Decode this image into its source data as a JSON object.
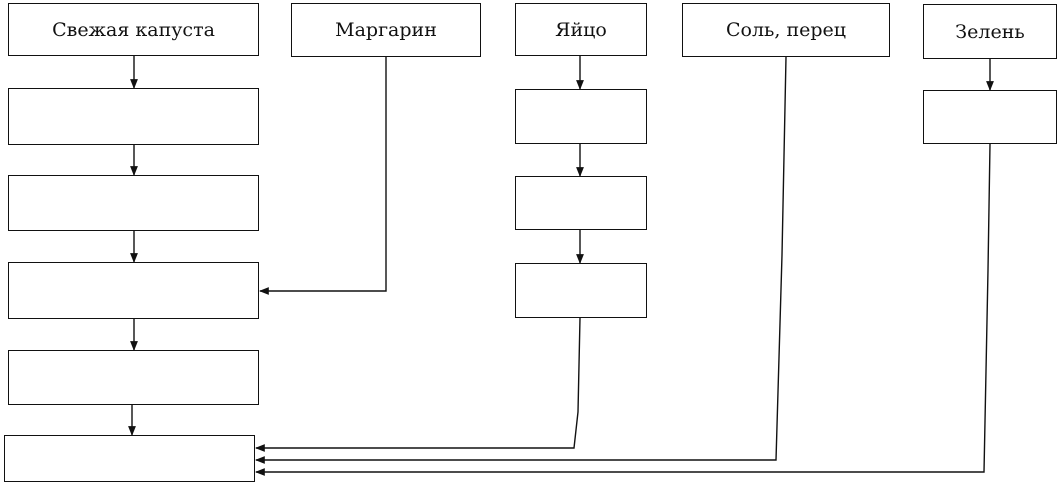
{
  "ingredients": {
    "cabbage": "Свежая капуста",
    "margarine": "Маргарин",
    "egg": "Яйцо",
    "salt_pepper": "Соль, перец",
    "greens": "Зелень"
  },
  "step_boxes": {
    "cabbage_chain": [
      "",
      "",
      "",
      ""
    ],
    "egg_chain": [
      "",
      "",
      ""
    ],
    "greens_chain": [
      ""
    ],
    "final": ""
  }
}
